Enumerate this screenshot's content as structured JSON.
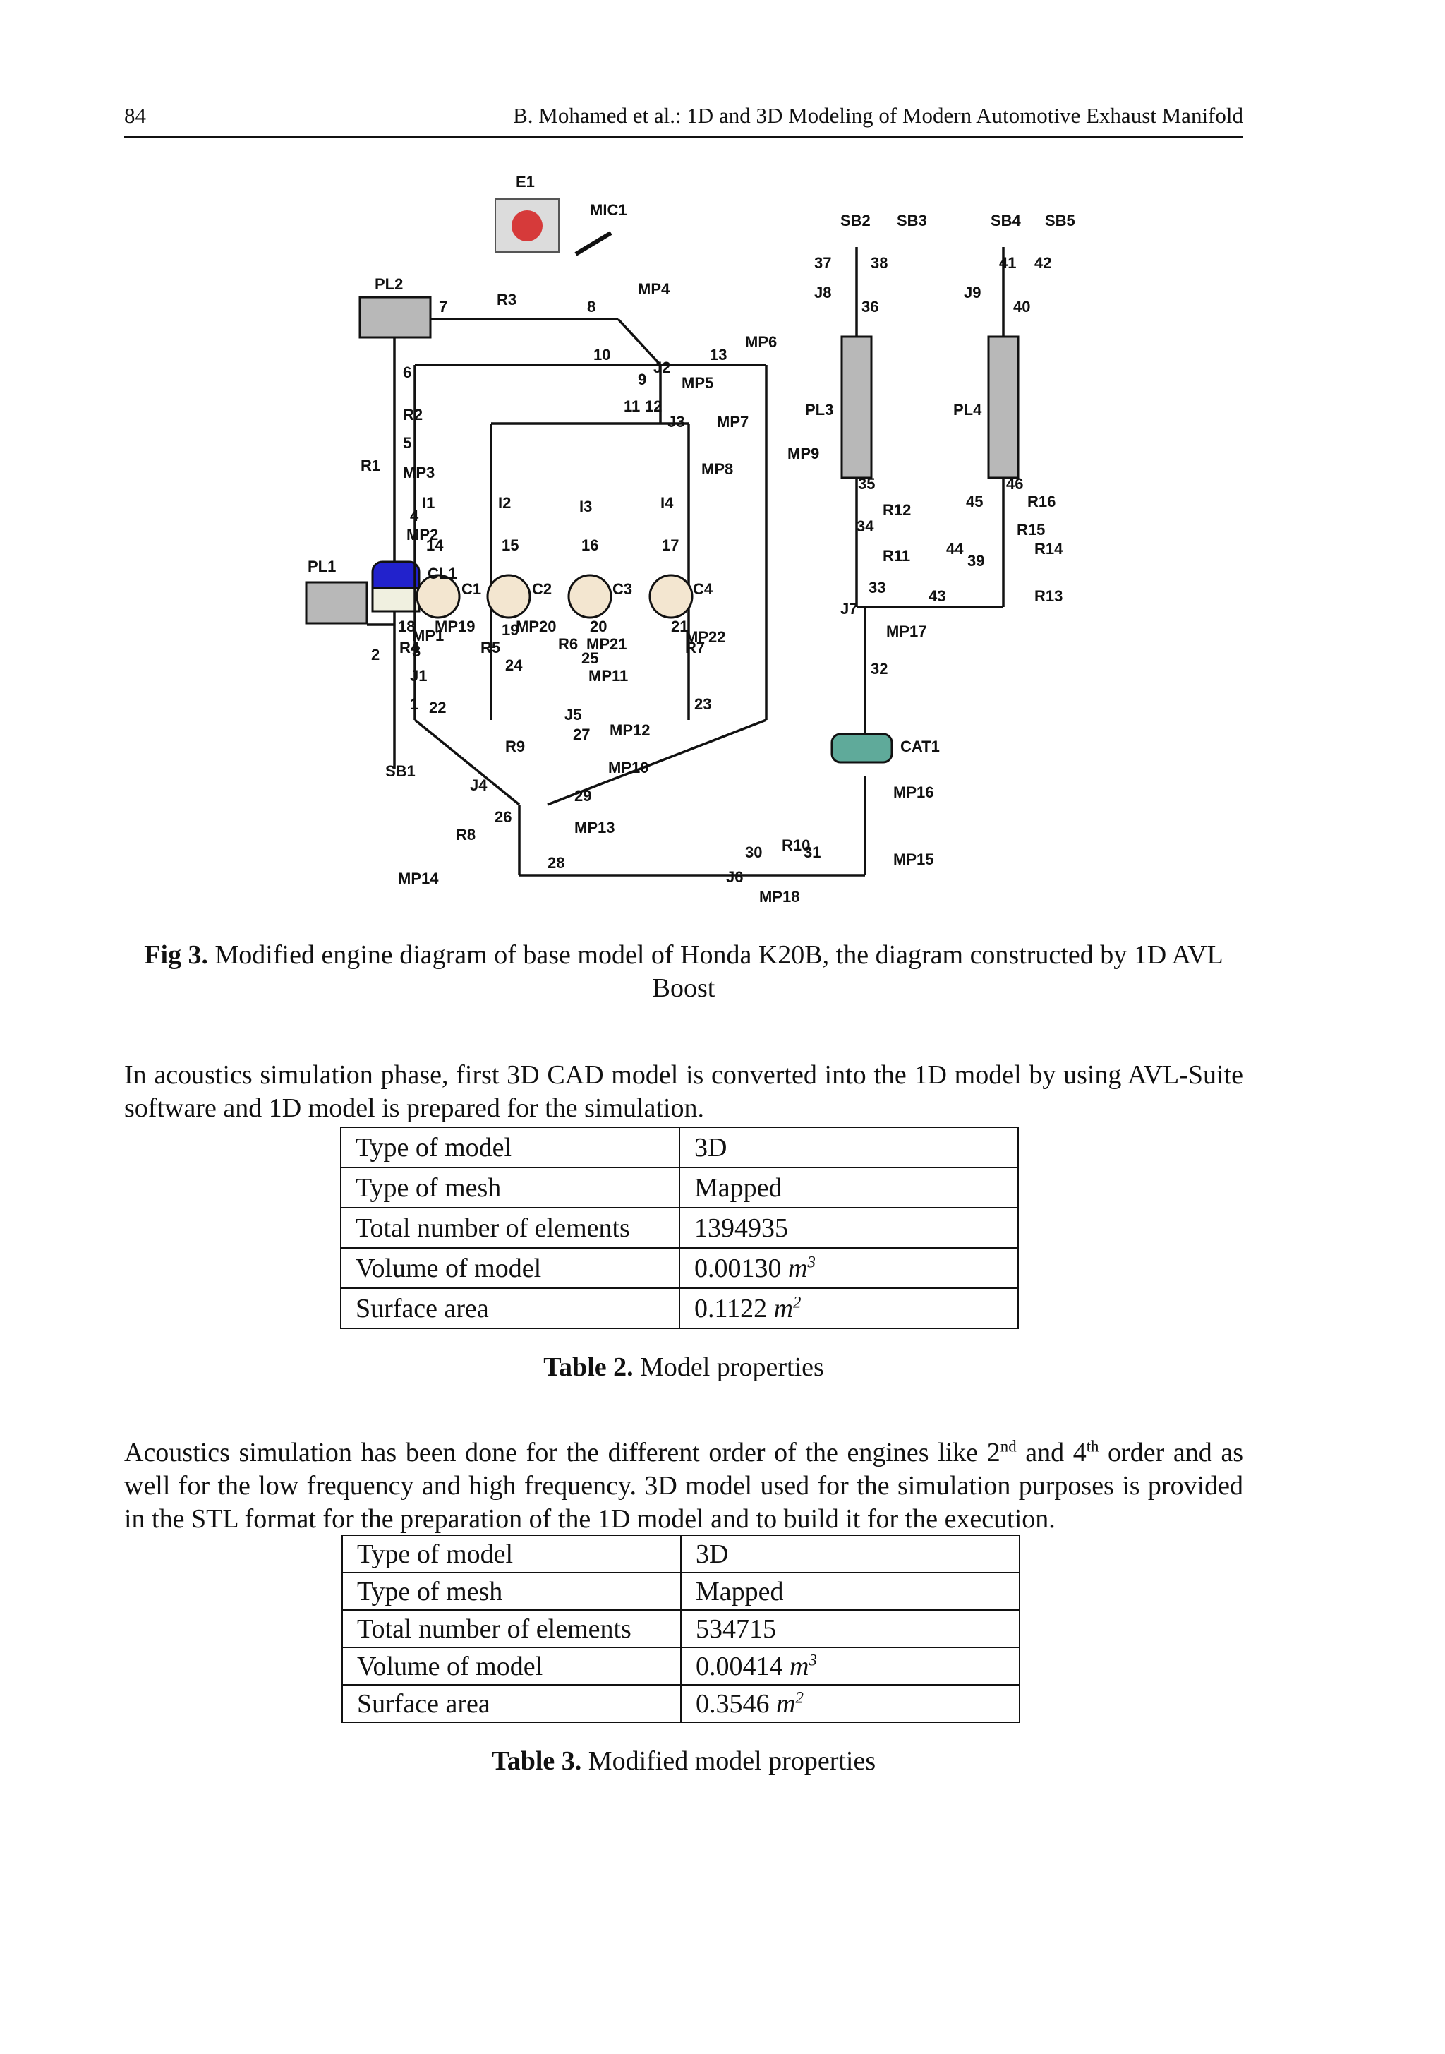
{
  "header": {
    "page_number": "84",
    "running_title": "B. Mohamed et al.: 1D and 3D Modeling of Modern Automotive Exhaust Manifold"
  },
  "figure": {
    "caption_bold": "Fig 3.",
    "caption_text": " Modified engine diagram of base model of Honda K20B, the diagram constructed by 1D AVL Boost",
    "labels": [
      "E1",
      "MIC1",
      "SB2",
      "SB3",
      "SB4",
      "SB5",
      "37",
      "38",
      "J8",
      "36",
      "41",
      "42",
      "J9",
      "40",
      "PL2",
      "7",
      "R3",
      "8",
      "MP4",
      "10",
      "13",
      "MP6",
      "J2",
      "9",
      "MP5",
      "11",
      "12",
      "J3",
      "MP7",
      "MP8",
      "PL3",
      "PL4",
      "6",
      "R2",
      "5",
      "R1",
      "MP3",
      "4",
      "MP2",
      "MP9",
      "35",
      "46",
      "45",
      "R16",
      "R12",
      "34",
      "R15",
      "R14",
      "44",
      "39",
      "R11",
      "33",
      "43",
      "R13",
      "I1",
      "I2",
      "I3",
      "I4",
      "14",
      "15",
      "16",
      "17",
      "PL1",
      "CL1",
      "C1",
      "C2",
      "C3",
      "C4",
      "J7",
      "MP17",
      "18",
      "MP19",
      "19",
      "MP20",
      "20",
      "21",
      "MP22",
      "R4",
      "R5",
      "R6",
      "MP21",
      "25",
      "MP11",
      "R7",
      "MP1",
      "3",
      "2",
      "J1",
      "1",
      "24",
      "22",
      "23",
      "32",
      "J5",
      "27",
      "MP12",
      "CAT1",
      "R9",
      "MP10",
      "J4",
      "29",
      "MP16",
      "26",
      "R8",
      "MP13",
      "R10",
      "30",
      "31",
      "MP15",
      "28",
      "J6",
      "MP14",
      "MP18",
      "SB1"
    ]
  },
  "intro_paragraph": "In acoustics simulation phase, first 3D CAD model is converted into the 1D model by using AVL-Suite software and 1D model is prepared for the simulation.",
  "table2": {
    "rows": [
      {
        "key": "Type of model",
        "value": "3D",
        "unit": "",
        "exp": ""
      },
      {
        "key": "Type of mesh",
        "value": "Mapped",
        "unit": "",
        "exp": ""
      },
      {
        "key": "Total number of elements",
        "value": "1394935",
        "unit": "",
        "exp": ""
      },
      {
        "key": "Volume of model",
        "value": "0.00130 ",
        "unit": "m",
        "exp": "3"
      },
      {
        "key": "Surface area",
        "value": "0.1122 ",
        "unit": "m",
        "exp": "2"
      }
    ],
    "caption_bold": "Table 2.",
    "caption_text": " Model properties"
  },
  "second_paragraph": {
    "part1": "Acoustics simulation has been done for the different order of the engines like 2",
    "sup1": "nd",
    "part2": " and 4",
    "sup2": "th",
    "part3": " order and as well for the low frequency and high frequency. 3D model used for the simulation purposes is provided in the STL format for the preparation of the 1D model and to build it for the execution."
  },
  "table3": {
    "rows": [
      {
        "key": "Type of model",
        "value": "3D",
        "unit": "",
        "exp": ""
      },
      {
        "key": "Type of mesh",
        "value": "Mapped",
        "unit": "",
        "exp": ""
      },
      {
        "key": "Total number of elements",
        "value": "534715",
        "unit": "",
        "exp": ""
      },
      {
        "key": "Volume of model",
        "value": "0.00414 ",
        "unit": "m",
        "exp": "3"
      },
      {
        "key": "Surface area",
        "value": "0.3546 ",
        "unit": "m",
        "exp": "2"
      }
    ],
    "caption_bold": "Table 3.",
    "caption_text": " Modified model properties"
  }
}
